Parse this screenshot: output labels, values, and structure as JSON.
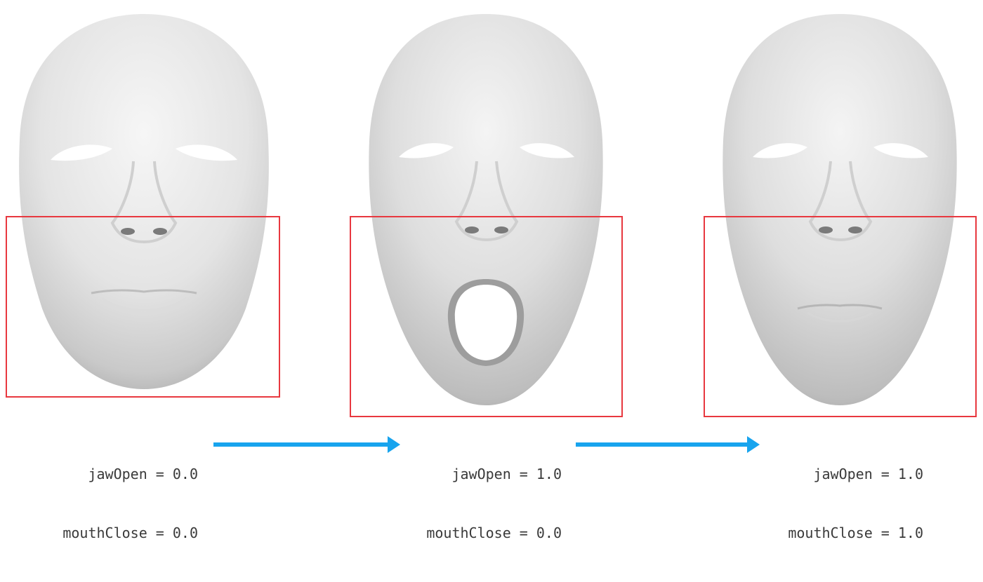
{
  "panels": [
    {
      "jaw_label": "jawOpen = 0.0",
      "mouth_label": "mouthClose = 0.0",
      "mouth_state": "closed"
    },
    {
      "jaw_label": "jawOpen = 1.0",
      "mouth_label": "mouthClose = 0.0",
      "mouth_state": "open"
    },
    {
      "jaw_label": "jawOpen = 1.0",
      "mouth_label": "mouthClose = 1.0",
      "mouth_state": "closed-jaw-open"
    }
  ],
  "colors": {
    "highlight_box": "#e8383f",
    "arrow": "#18a4ee",
    "caption_text": "#3a3a3a"
  }
}
